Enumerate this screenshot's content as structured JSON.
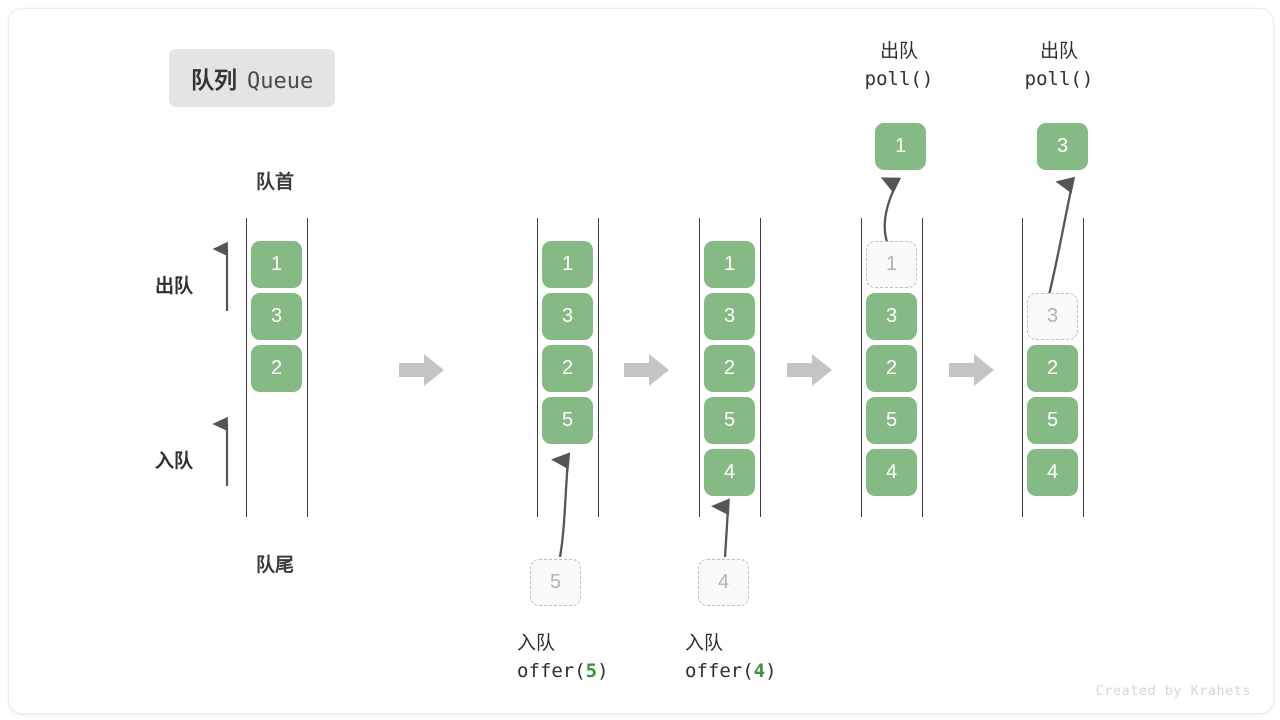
{
  "diagram": {
    "title_cn": "队列",
    "title_en": "Queue",
    "head_label": "队首",
    "tail_label": "队尾",
    "dequeue_label": "出队",
    "enqueue_label": "入队",
    "credit": "Created by Krahets",
    "colors": {
      "cell_fill": "#86ba85",
      "cell_text": "#ffffff",
      "ghost_fill": "#fafafa",
      "ghost_border": "#c0c0c0",
      "ghost_text": "#b3b3b3",
      "rail": "#3a3a3a",
      "arrow_block": "#c4c4c4",
      "curve_arrow": "#555555",
      "badge_bg": "#e4e4e4",
      "accent_green": "#3f9142"
    }
  },
  "chart_data": {
    "type": "diagram",
    "title": "队列 Queue",
    "columns": [
      {
        "id": "col1",
        "cells": [
          "1",
          "3",
          "2"
        ],
        "ghosts": [],
        "capacity": 6
      },
      {
        "id": "col2",
        "cells": [
          "1",
          "3",
          "2",
          "5"
        ],
        "ghosts": [],
        "capacity": 6
      },
      {
        "id": "col3",
        "cells": [
          "1",
          "3",
          "2",
          "5",
          "4"
        ],
        "ghosts": [],
        "capacity": 6
      },
      {
        "id": "col4",
        "cells": [
          "3",
          "2",
          "5",
          "4"
        ],
        "ghosts": [
          "1"
        ],
        "capacity": 6
      },
      {
        "id": "col5",
        "cells": [
          "2",
          "5",
          "4"
        ],
        "ghosts": [
          "3"
        ],
        "capacity": 6
      }
    ],
    "operations": [
      {
        "type": "offer",
        "cn": "入队",
        "code_prefix": "offer(",
        "value": "5",
        "code_suffix": ")",
        "column": "col2"
      },
      {
        "type": "offer",
        "cn": "入队",
        "code_prefix": "offer(",
        "value": "4",
        "code_suffix": ")",
        "column": "col3"
      },
      {
        "type": "poll",
        "cn": "出队",
        "code": "poll()",
        "value": "1",
        "column": "col4"
      },
      {
        "type": "poll",
        "cn": "出队",
        "code": "poll()",
        "value": "3",
        "column": "col5"
      }
    ]
  },
  "cells": {
    "c1_1": "1",
    "c1_2": "3",
    "c1_3": "2",
    "c2_1": "1",
    "c2_2": "3",
    "c2_3": "2",
    "c2_4": "5",
    "c3_1": "1",
    "c3_2": "3",
    "c3_3": "2",
    "c3_4": "5",
    "c3_5": "4",
    "c4_g": "1",
    "c4_1": "3",
    "c4_2": "2",
    "c4_3": "5",
    "c4_4": "4",
    "c5_g": "3",
    "c5_1": "2",
    "c5_2": "5",
    "c5_3": "4",
    "pending_5": "5",
    "pending_4": "4",
    "popped_1": "1",
    "popped_3": "3"
  },
  "captions": {
    "offer5_cn": "入队",
    "offer5_code_a": "offer(",
    "offer5_code_n": "5",
    "offer5_code_b": ")",
    "offer4_cn": "入队",
    "offer4_code_a": "offer(",
    "offer4_code_n": "4",
    "offer4_code_b": ")",
    "poll1_cn": "出队",
    "poll1_code": "poll()",
    "poll2_cn": "出队",
    "poll2_code": "poll()"
  }
}
